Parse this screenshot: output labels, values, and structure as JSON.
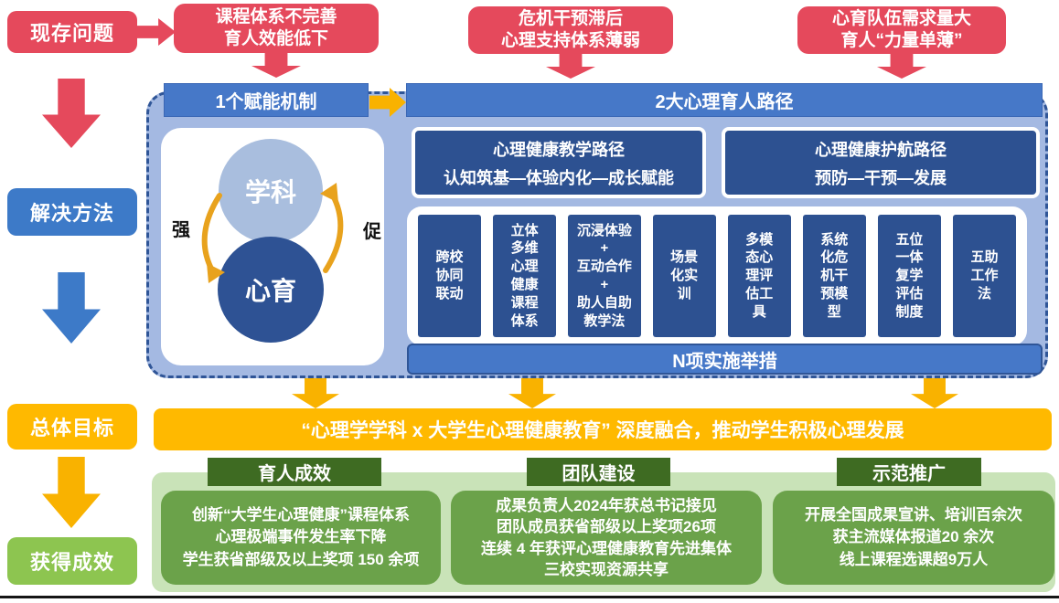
{
  "palette": {
    "red": "#e5495c",
    "label_blue": "#3d7ac8",
    "header_blue": "#4678c8",
    "dark_blue": "#2d5191",
    "periwinkle": "#a4b9e2",
    "orange": "#ffb900",
    "gold_arrow": "#f9b200",
    "green_label": "#8dc550",
    "green_dark": "#3e6b22",
    "green_mid": "#6ba24a",
    "green_light": "#c9e3b8"
  },
  "rail": {
    "problem": "现存问题",
    "solution": "解决方法",
    "goal": "总体目标",
    "outcome": "获得成效"
  },
  "problems": [
    {
      "text": "课程体系不完善\n育人效能低下"
    },
    {
      "text": "危机干预滞后\n心理支持体系薄弱"
    },
    {
      "text": "心育队伍需求量大\n育人“力量单薄”"
    }
  ],
  "mechanism": {
    "header": "1个赋能机制",
    "circle_top": "学科",
    "circle_bottom": "心育",
    "left_label": "强",
    "right_label": "促"
  },
  "paths": {
    "header": "2大心理育人路径",
    "items": [
      {
        "title": "心理健康教学路径",
        "subtitle": "认知筑基—体验内化—成长赋能"
      },
      {
        "title": "心理健康护航路径",
        "subtitle": "预防—干预—发展"
      }
    ]
  },
  "measures": {
    "items": [
      "跨校\n协同\n联动",
      "立体\n多维\n心理\n健康\n课程\n体系",
      "沉浸体验\n+\n互动合作\n+\n助人自助\n教学法",
      "场景\n化实\n训",
      "多模\n态心\n理评\n估工\n具",
      "系统\n化危\n机干\n预模\n型",
      "五位\n一体\n复学\n评估\n制度",
      "五助\n工作\n法"
    ],
    "footer": "N项实施举措"
  },
  "goal_banner": "“心理学学科 x 大学生心理健康教育”  深度融合，推动学生积极心理发展",
  "outcomes": [
    {
      "header": "育人成效",
      "lines": "创新“大学生心理健康”课程体系\n心理极端事件发生率下降\n学生获省部级及以上奖项 150 余项"
    },
    {
      "header": "团队建设",
      "lines": "成果负责人2024年获总书记接见\n团队成员获省部级以上奖项26项\n连续 4 年获评心理健康教育先进集体\n三校实现资源共享"
    },
    {
      "header": "示范推广",
      "lines": "开展全国成果宣讲、培训百余次\n获主流媒体报道20 余次\n线上课程选课超9万人"
    }
  ]
}
